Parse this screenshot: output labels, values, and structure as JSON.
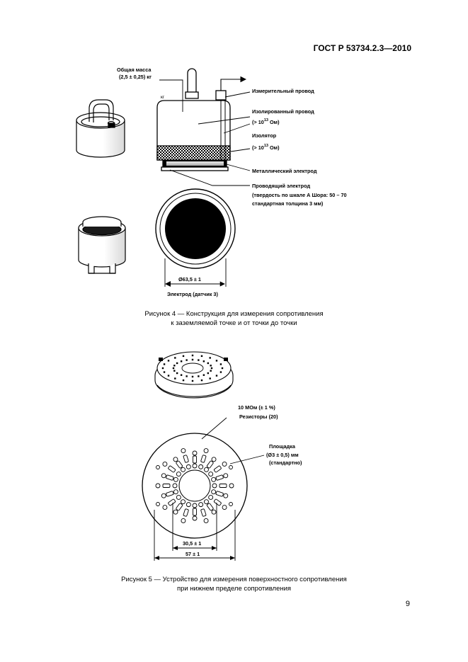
{
  "document": {
    "standard": "ГОСТ Р 53734.2.3—2010",
    "page_number": "9"
  },
  "figure4": {
    "labels": {
      "total_mass_line1": "Общая масса",
      "total_mass_line2": "(2,5 ± 0,25) кг",
      "measuring_wire": "Измерительный провод",
      "insulated_wire": "Изолированный провод",
      "insulated_wire_r": "(> 10",
      "insulated_wire_r_exp": "13",
      "insulated_wire_r_unit": " Ом)",
      "insulator": "Изолятор",
      "insulator_r": "(> 10",
      "insulator_r_exp": "13",
      "insulator_r_unit": " Ом)",
      "metal_electrode": "Металлический электрод",
      "conductive_electrode": "Проводящий электрод",
      "conductive_line2": "(твердость по шкале А Шора: 50 – 70",
      "conductive_line3": "стандартная толщина 3 мм)",
      "diameter": "Ø63,5 ± 1",
      "electrode": "Электрод (датчик 3)"
    },
    "caption_line1": "Рисунок 4 — Конструкция для измерения сопротивления",
    "caption_line2": "к заземляемой точке и от точки до точки"
  },
  "figure5": {
    "labels": {
      "resistors_line1": "10 МОм (± 1 %)",
      "resistors_line2": "Резисторы (20)",
      "pad_line1": "Площадка",
      "pad_line2": "(Ø3 ± 0,5) мм",
      "pad_line3": "(стандартно)",
      "dim_inner": "30,5 ± 1",
      "dim_outer": "57 ± 1"
    },
    "caption_line1": "Рисунок 5 — Устройство для измерения поверхностного сопротивления",
    "caption_line2": "при нижнем пределе сопротивления"
  }
}
